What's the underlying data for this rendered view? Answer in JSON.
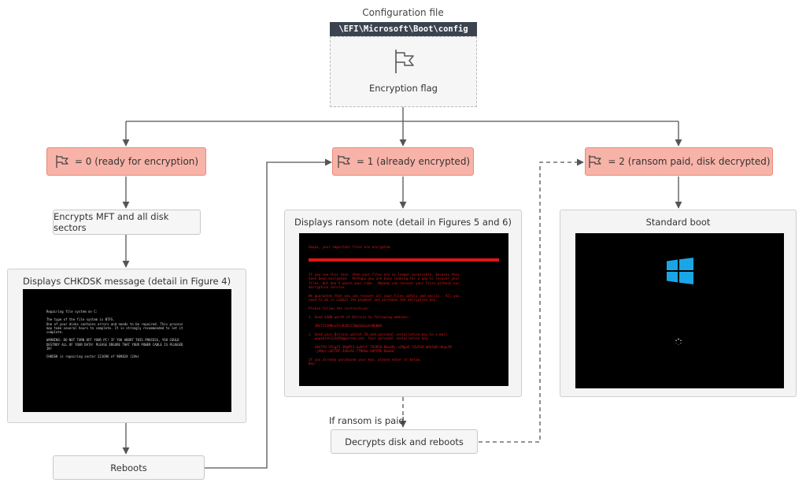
{
  "config": {
    "title": "Configuration file",
    "path": "\\EFI\\Microsoft\\Boot\\config",
    "label": "Encryption flag",
    "icon": "flag-icon"
  },
  "states": [
    {
      "label": "= 0 (ready for encryption)",
      "icon": "flag-icon"
    },
    {
      "label": "= 1 (already encrypted)",
      "icon": "flag-icon"
    },
    {
      "label": "= 2 (ransom paid, disk decrypted)",
      "icon": "flag-icon"
    }
  ],
  "steps": {
    "encrypts": "Encrypts MFT and all disk sectors",
    "chkdsk_title": "Displays CHKDSK message (detail in Figure 4)",
    "reboots": "Reboots",
    "ransom_title": "Displays ransom note (detail in Figures 5 and 6)",
    "standard_boot": "Standard boot",
    "if_paid": "If ransom is paid",
    "decrypts": "Decrypts disk and reboots"
  },
  "chkdsk_text": [
    "Repairing file system on C:",
    "",
    "The type of the file system is NTFS.",
    "One of your disks contains errors and needs to be repaired. This process",
    "may take several hours to complete. It is strongly recommended to let it",
    "complete.",
    "",
    "WARNING: DO NOT TURN OFF YOUR PC! IF YOU ABORT THIS PROCESS, YOU COULD",
    "DESTROY ALL OF YOUR DATA! PLEASE ENSURE THAT YOUR POWER CABLE IS PLUGGED",
    "IN!",
    "",
    "CHKDSK is repairing sector 221696 of 909824 (24%)"
  ],
  "ransom_text": {
    "headline": "Ooops, your important files are encrypted.",
    "body": [
      "If you see this text, then your files are no longer accessible, because they",
      "have been encrypted.  Perhaps you are busy looking for a way to recover your",
      "files, but don't waste your time.  Nobody can recover your files without our",
      "decryption service.",
      "",
      "We guarantee that you can recover all your files safely and easily.  All you",
      "need to do is submit the payment and purchase the decryption key.",
      "",
      "Please follow the instructions:",
      "",
      "1. Send $300 worth of Bitcoin to following address:",
      "",
      "   1Mz7153HMuxXTuR2R1t78mGSdzaAtNbBWX",
      "",
      "2. Send your Bitcoin wallet ID and personal installation key to e-mail",
      "   wowsmith123456@posteo.net. Your personal installation key:",
      "",
      "   zBGTFH-5FEgZY-3NqM53-Sw8frF-TD3R58-Nkw3Rj-xZNgnE-fZwT69-mDh5aB-hKqu2M",
      "   -jkNyc-qd5TBF-4X6vAk-7TN86m-9dPCMh-Dbwkd",
      "",
      "If you already purchased your key, please enter it below.",
      "Key: _"
    ]
  },
  "colors": {
    "pink_fill": "#f8b3a8",
    "pink_border": "#e98a7a",
    "ransom_red": "#e01616",
    "windows_blue": "#1aa5e6",
    "path_bar": "#3b4350"
  }
}
